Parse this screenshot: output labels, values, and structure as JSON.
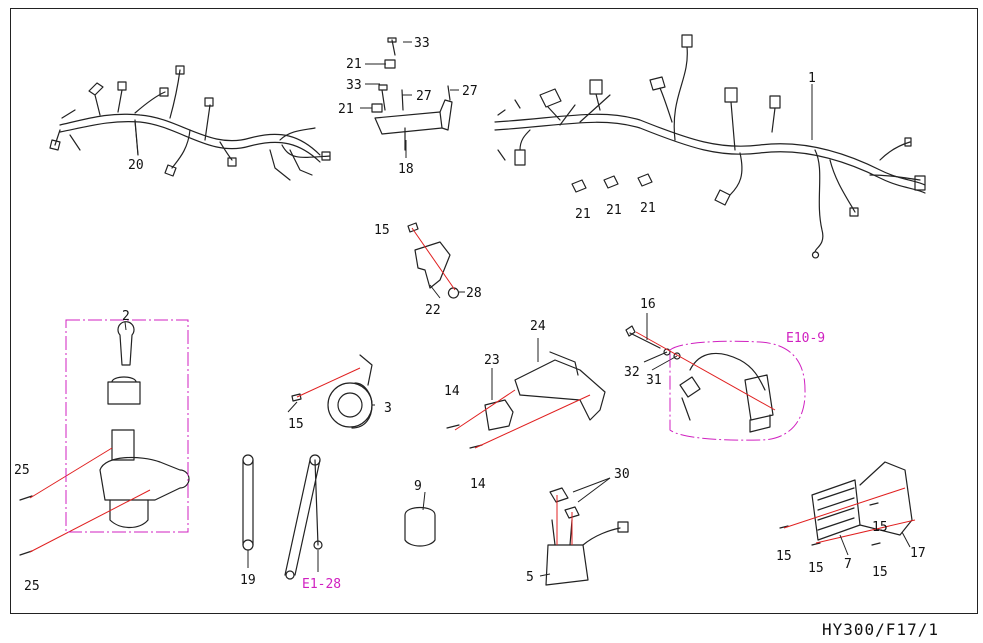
{
  "diagram": {
    "code": "HY300/F17/1",
    "colors": {
      "line": "#222222",
      "leader": "#e02020",
      "reference": "#d020c0"
    },
    "labels": {
      "p1": "1",
      "p20": "20",
      "p18": "18",
      "p33a": "33",
      "p33b": "33",
      "p21a": "21",
      "p21b": "21",
      "p27a": "27",
      "p27b": "27",
      "p21c": "21",
      "p21d": "21",
      "p21e": "21",
      "p15a": "15",
      "p22": "22",
      "p28": "28",
      "p2": "2",
      "p25a": "25",
      "p25b": "25",
      "p3": "3",
      "p15b": "15",
      "p24": "24",
      "p23": "23",
      "p14a": "14",
      "p14b": "14",
      "p16": "16",
      "p32": "32",
      "p31": "31",
      "e10": "E10-9",
      "p9": "9",
      "p30": "30",
      "p5": "5",
      "p19": "19",
      "e1": "E1-28",
      "p15c": "15",
      "p15d": "15",
      "p15e": "15",
      "p15f": "15",
      "p7": "7",
      "p17": "17"
    }
  }
}
